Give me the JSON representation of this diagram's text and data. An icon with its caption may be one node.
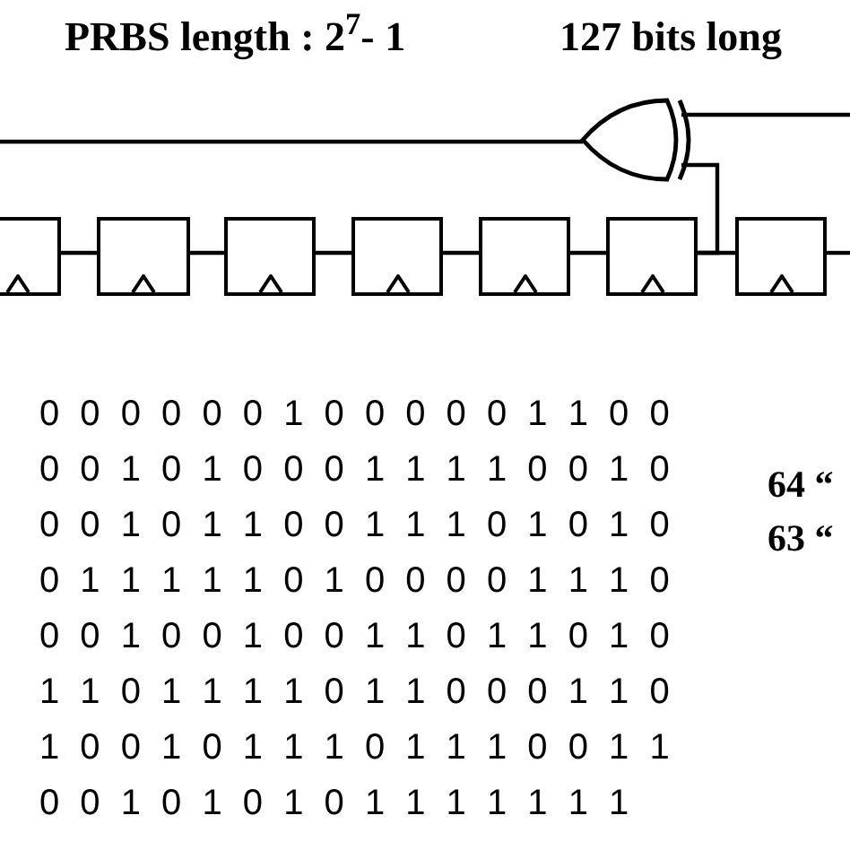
{
  "diagram": {
    "nodes": [
      {
        "text": [],
        "shape": "box"
      },
      {
        "text": [],
        "shape": "box"
      },
      {
        "text": [],
        "shape": "box"
      },
      {
        "text": [],
        "shape": "box"
      },
      {
        "text": [],
        "shape": "box"
      },
      {
        "text": [],
        "shape": "box"
      },
      {
        "text": [],
        "shape": "box"
      },
      {
        "text": [],
        "shape": "gate"
      }
    ],
    "edges": [
      {
        "from": 0,
        "to": 1,
        "arrow": "none"
      },
      {
        "from": 1,
        "to": 2,
        "arrow": "none"
      },
      {
        "from": 2,
        "to": 3,
        "arrow": "none"
      },
      {
        "from": 3,
        "to": 4,
        "arrow": "none"
      },
      {
        "from": 4,
        "to": 5,
        "arrow": "none"
      },
      {
        "from": 5,
        "to": 6,
        "arrow": "none"
      },
      {
        "from": 5,
        "to": 7,
        "arrow": "none"
      },
      {
        "from": 7,
        "to": null,
        "arrow": "none"
      },
      {
        "from": null,
        "to": 7,
        "arrow": "none"
      },
      {
        "from": 6,
        "to": null,
        "arrow": "none"
      }
    ],
    "labels": [
      "PRBS length : 2$^{7}$- 1",
      "127 bits long",
      "0 0 0 0 0 0 1 0 0 0 0 0 1 1 0 0",
      "0 0 1 0 1 0 0 0 1 1 1 1 0 0 1 0",
      "0 0 1 0 1 1 0 0 1 1 1 0 1 0 1 0",
      "64 “",
      "0 1 1 1 1 1 0 1 0 0 0 0 1 1 1 0",
      "63 “",
      "0 0 1 0 0 1 0 0 1 1 0 1 1 0 1 0",
      "1 1 0 1 1 1 1 0 1 1 0 0 0 1 1 0",
      "1 0 0 1 0 1 1 1 0 1 1 1 0 0 1 1",
      "0 0 1 0 1 0 1 0 1 1 1 1 1 1 1"
    ]
  }
}
